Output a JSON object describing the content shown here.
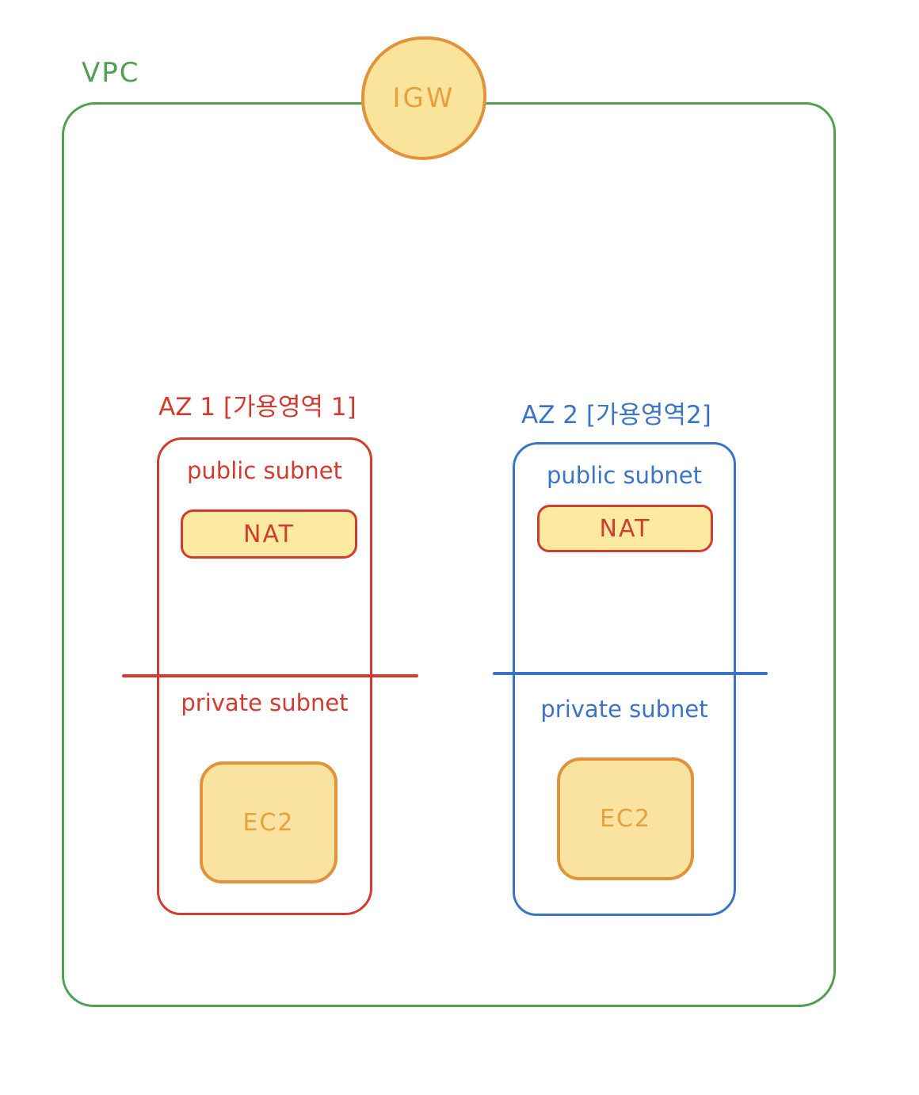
{
  "diagram": {
    "vpc_label": "VPC",
    "igw_label": "IGW",
    "colors": {
      "green": "#4fa052",
      "red": "#d23c30",
      "blue": "#3b74c6",
      "orange": "#e2923a",
      "orange_text": "#e8a03c",
      "igw_fill": "#fae49c",
      "nat_fill": "#fbeaa0",
      "ec2_fill": "#fae3a0"
    },
    "availability_zones": [
      {
        "label": "AZ 1 [가용영역 1]",
        "public_subnet_label": "public subnet",
        "nat_label": "NAT",
        "private_subnet_label": "private subnet",
        "ec2_label": "EC2",
        "accent": "#d23c30"
      },
      {
        "label": "AZ 2 [가용영역2]",
        "public_subnet_label": "public subnet",
        "nat_label": "NAT",
        "private_subnet_label": "private subnet",
        "ec2_label": "EC2",
        "accent": "#3b74c6"
      }
    ]
  }
}
